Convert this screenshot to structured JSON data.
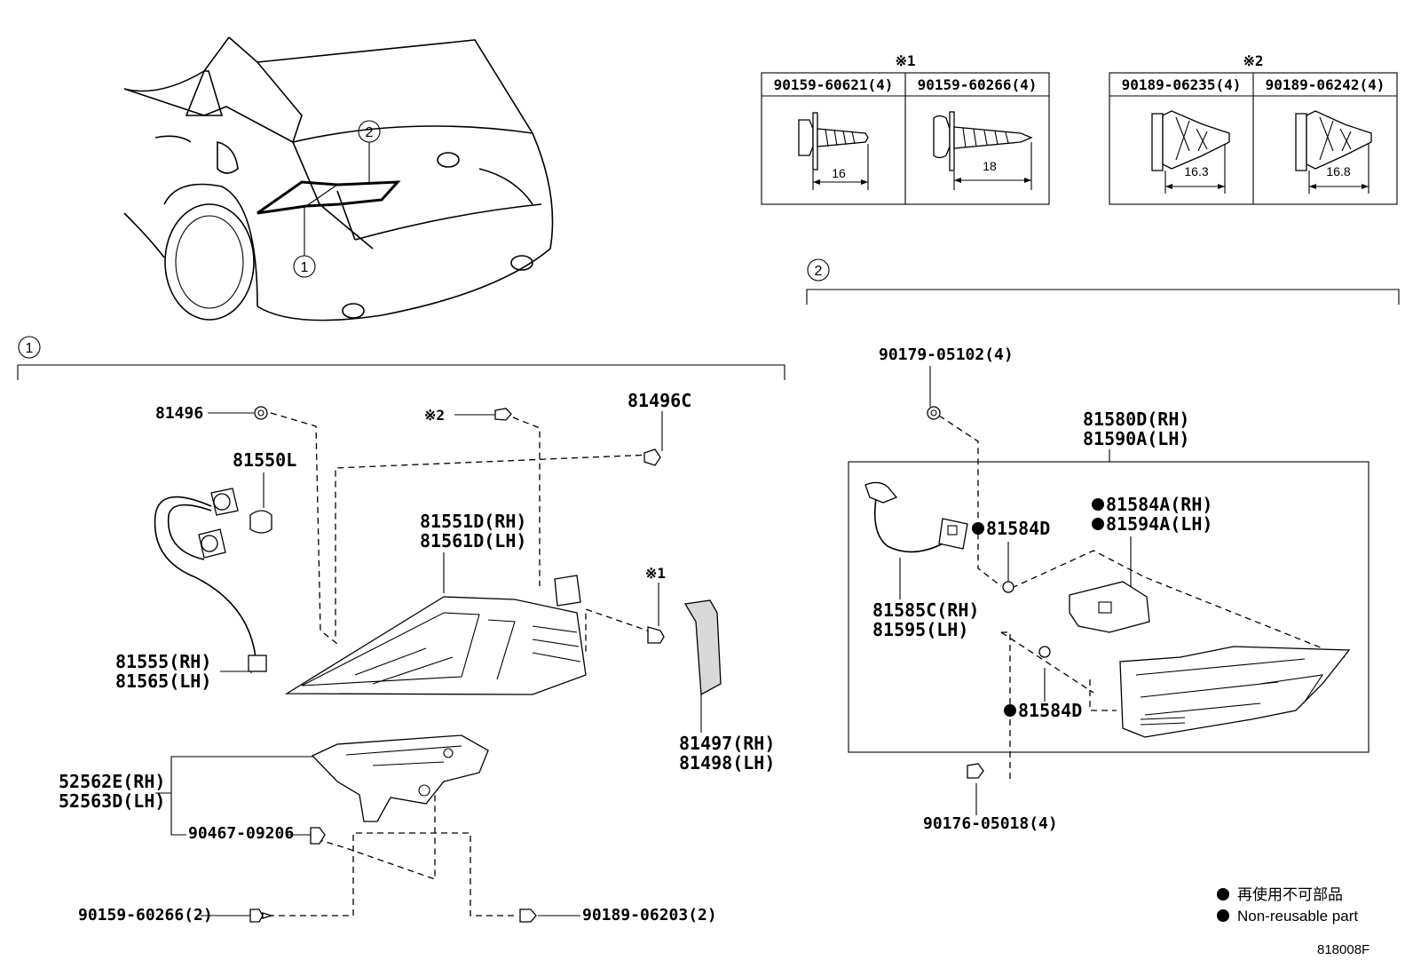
{
  "labels": {
    "p81496": "81496",
    "mark2_top": "※2",
    "p81496C": "81496C",
    "p81550L": "81550L",
    "p81551D": "81551D(RH)",
    "p81561D": "81561D(LH)",
    "mark1_mid": "※1",
    "p81555": "81555(RH)",
    "p81565": "81565(LH)",
    "p81497": "81497(RH)",
    "p81498": "81498(LH)",
    "p52562E": "52562E(RH)",
    "p52563D": "52563D(LH)",
    "p90467": "90467-09206",
    "p90159_2": "90159-60266(2)",
    "p90189_2": "90189-06203(2)",
    "p90179": "90179-05102(4)",
    "p81580D": "81580D(RH)",
    "p81590A": "81590A(LH)",
    "p81584A": "81584A(RH)",
    "p81594A": "81594A(LH)",
    "p81584D_a": "81584D",
    "p81584D_b": "81584D",
    "p81585C": "81585C(RH)",
    "p81595": "81595(LH)",
    "p90176": "90176-05018(4)",
    "callout1": "1",
    "callout2": "2"
  },
  "table1": {
    "mark": "※1",
    "col1": "90159-60621(4)",
    "col2": "90159-60266(4)",
    "dim1": "16",
    "dim2": "18"
  },
  "table2": {
    "mark": "※2",
    "col1": "90189-06235(4)",
    "col2": "90189-06242(4)",
    "dim1": "16.3",
    "dim2": "16.8"
  },
  "legend": {
    "jp": "再使用不可部品",
    "en": "Non-reusable part"
  },
  "diagram_code": "818008F"
}
